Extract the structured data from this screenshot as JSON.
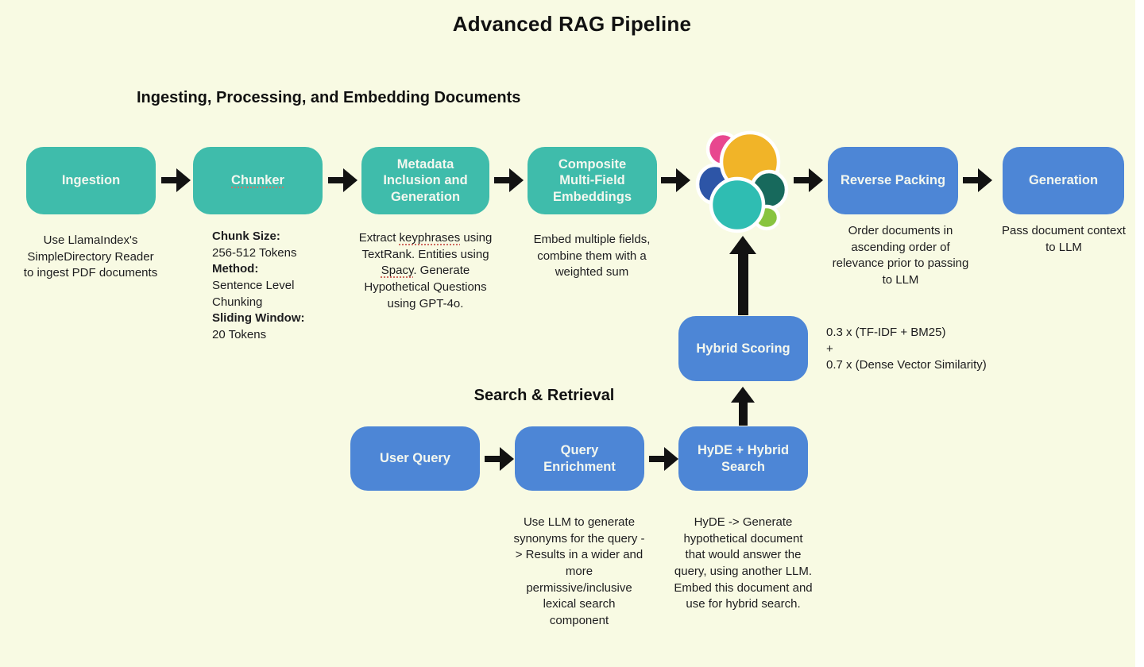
{
  "title": "Advanced RAG Pipeline",
  "colors": {
    "background": "#f8fae3",
    "teal_node": "#3fbcab",
    "blue_node": "#4d86d6",
    "arrow": "#121212",
    "text": "#1d1d1f",
    "logo_pink": "#e8478f",
    "logo_yellow": "#f1b428",
    "logo_dark_blue": "#2d55a7",
    "logo_teal": "#2fbdb2",
    "logo_dark_green": "#17695c",
    "logo_light_green": "#88c440"
  },
  "ingest": {
    "heading": "Ingesting, Processing, and Embedding Documents",
    "ingestion_label": "Ingestion",
    "ingestion_desc": "Use LlamaIndex's SimpleDirectory Reader to ingest PDF documents",
    "chunker_label": "Chunker",
    "chunk_size_term": "Chunk Size:",
    "chunk_size_value": "256-512 Tokens",
    "method_term": "Method:",
    "method_value": "Sentence Level Chunking",
    "sliding_term": "Sliding Window:",
    "sliding_value": "20 Tokens",
    "metadata_label": "Metadata Inclusion and Generation",
    "metadata_desc_p1": "Extract ",
    "metadata_desc_m1": "keyphrases",
    "metadata_desc_p2": " using TextRank. Entities using ",
    "metadata_desc_m2": "Spacy",
    "metadata_desc_p3": ". Generate Hypothetical Questions using GPT-4o.",
    "composite_label": "Composite Multi-Field Embeddings",
    "composite_desc": "Embed multiple fields, combine them with a weighted sum",
    "reverse_label": "Reverse Packing",
    "reverse_desc": "Order documents in ascending order of relevance prior to passing to LLM",
    "generation_label": "Generation",
    "generation_desc": "Pass document context to LLM"
  },
  "search": {
    "heading": "Search & Retrieval",
    "user_query_label": "User Query",
    "enrichment_label": "Query Enrichment",
    "enrichment_desc": "Use LLM to generate synonyms for the query -> Results in a wider and more permissive/inclusive lexical search component",
    "hyde_label": "HyDE + Hybrid Search",
    "hyde_desc": "HyDE -> Generate hypothetical document that would answer the query, using another LLM. Embed this document and use for hybrid search.",
    "hybrid_label": "Hybrid Scoring",
    "formula_l1": "0.3 x (TF-IDF + BM25)",
    "formula_l2": "+",
    "formula_l3": "0.7 x (Dense Vector Similarity)"
  }
}
